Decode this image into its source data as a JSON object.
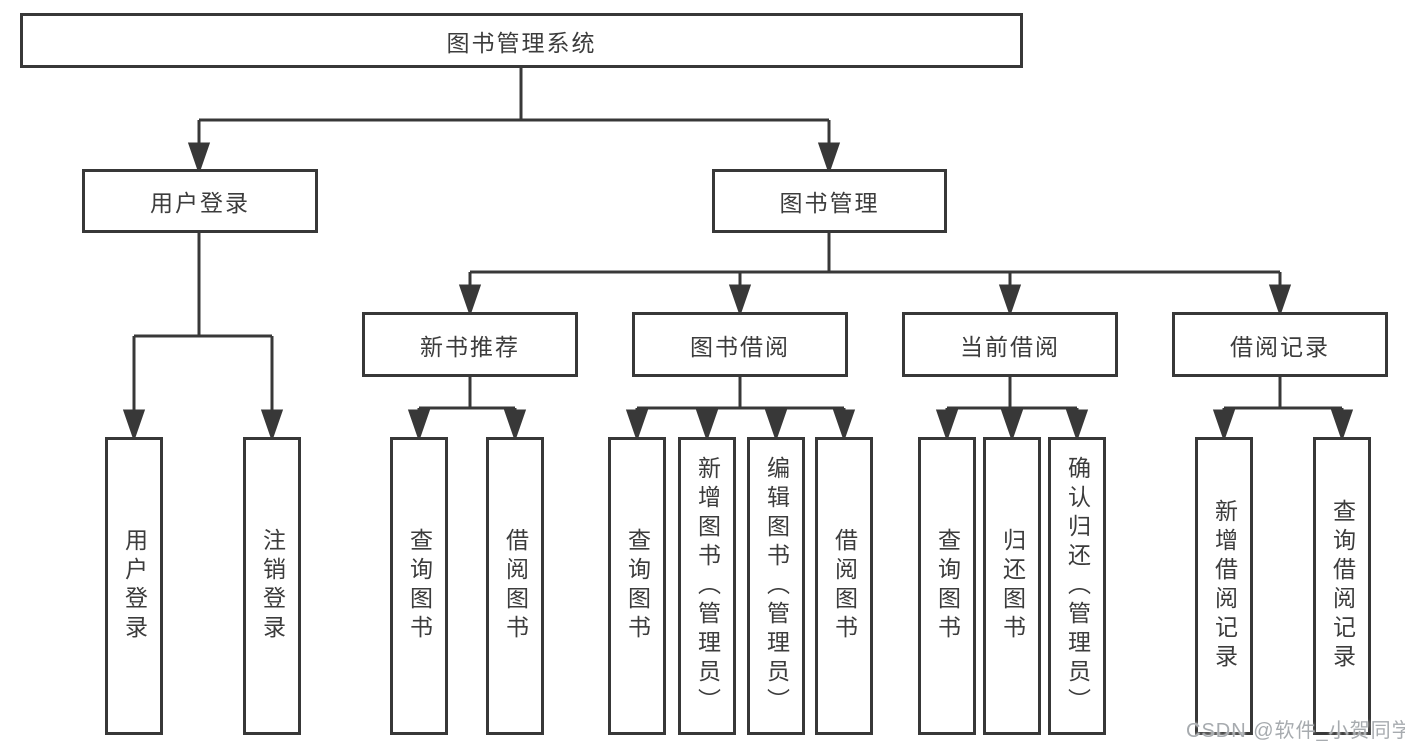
{
  "diagram": {
    "root": {
      "label": "图书管理系统",
      "children": [
        {
          "label": "用户登录",
          "children": [
            {
              "label": "用户登录"
            },
            {
              "label": "注销登录"
            }
          ]
        },
        {
          "label": "图书管理",
          "children": [
            {
              "label": "新书推荐",
              "children": [
                {
                  "label": "查询图书"
                },
                {
                  "label": "借阅图书"
                }
              ]
            },
            {
              "label": "图书借阅",
              "children": [
                {
                  "label": "查询图书"
                },
                {
                  "label": "新增图书（管理员）"
                },
                {
                  "label": "编辑图书（管理员）"
                },
                {
                  "label": "借阅图书"
                }
              ]
            },
            {
              "label": "当前借阅",
              "children": [
                {
                  "label": "查询图书"
                },
                {
                  "label": "归还图书"
                },
                {
                  "label": "确认归还（管理员）"
                }
              ]
            },
            {
              "label": "借阅记录",
              "children": [
                {
                  "label": "新增借阅记录"
                },
                {
                  "label": "查询借阅记录"
                }
              ]
            }
          ]
        }
      ]
    }
  },
  "watermark": {
    "text": "CSDN @软件_小贺同学"
  },
  "colors": {
    "line": "#383838",
    "text": "#3c3c3c",
    "box_background": "#ffffff",
    "page_background": "#ffffff",
    "watermark": "#a7abaf"
  }
}
